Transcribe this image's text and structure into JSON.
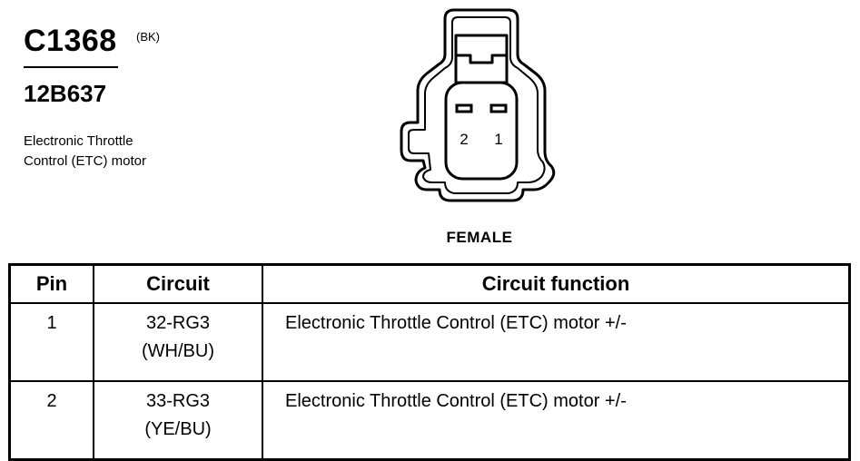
{
  "header": {
    "connector_id": "C1368",
    "connector_color": "(BK)",
    "part_number": "12B637",
    "description_line1": "Electronic Throttle",
    "description_line2": "Control (ETC) motor"
  },
  "connector_view": {
    "gender": "FEMALE",
    "pins": [
      "2",
      "1"
    ]
  },
  "pinout_table": {
    "headers": {
      "pin": "Pin",
      "circuit": "Circuit",
      "function": "Circuit function"
    },
    "rows": [
      {
        "pin": "1",
        "circuit": "32-RG3",
        "wire_color": "(WH/BU)",
        "function": "Electronic Throttle Control (ETC) motor +/-"
      },
      {
        "pin": "2",
        "circuit": "33-RG3",
        "wire_color": "(YE/BU)",
        "function": "Electronic Throttle Control (ETC) motor +/-"
      }
    ]
  }
}
